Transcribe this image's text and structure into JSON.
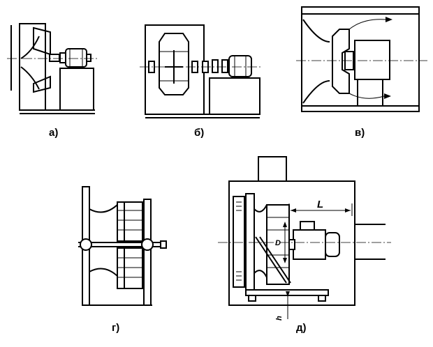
{
  "captions": {
    "a": "а)",
    "b": "б)",
    "v": "в)",
    "g": "г)",
    "d": "д)"
  },
  "dimensions": {
    "L": "L",
    "D": "D",
    "h": "h"
  }
}
